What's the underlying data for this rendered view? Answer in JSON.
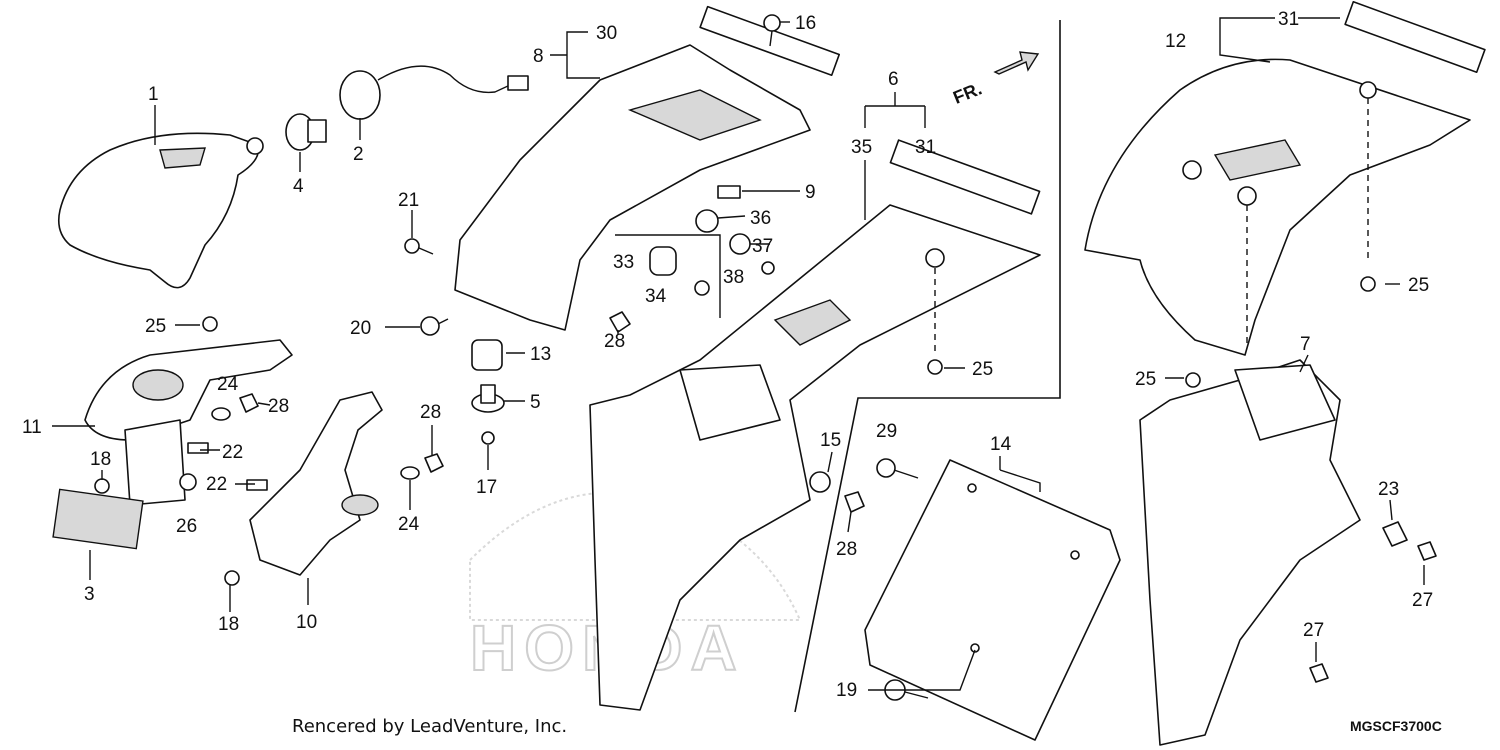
{
  "diagram": {
    "callouts": [
      "1",
      "2",
      "3",
      "4",
      "5",
      "6",
      "7",
      "8",
      "9",
      "10",
      "11",
      "12",
      "13",
      "14",
      "15",
      "16",
      "17",
      "18",
      "19",
      "20",
      "21",
      "22",
      "23",
      "24",
      "25",
      "26",
      "27",
      "28",
      "29",
      "30",
      "31",
      "33",
      "34",
      "35",
      "36",
      "37",
      "38"
    ],
    "direction_label": "FR.",
    "watermark": "HONDA",
    "credit": "Rencered by LeadVenture, Inc.",
    "diagram_code": "MGSCF3700C"
  }
}
